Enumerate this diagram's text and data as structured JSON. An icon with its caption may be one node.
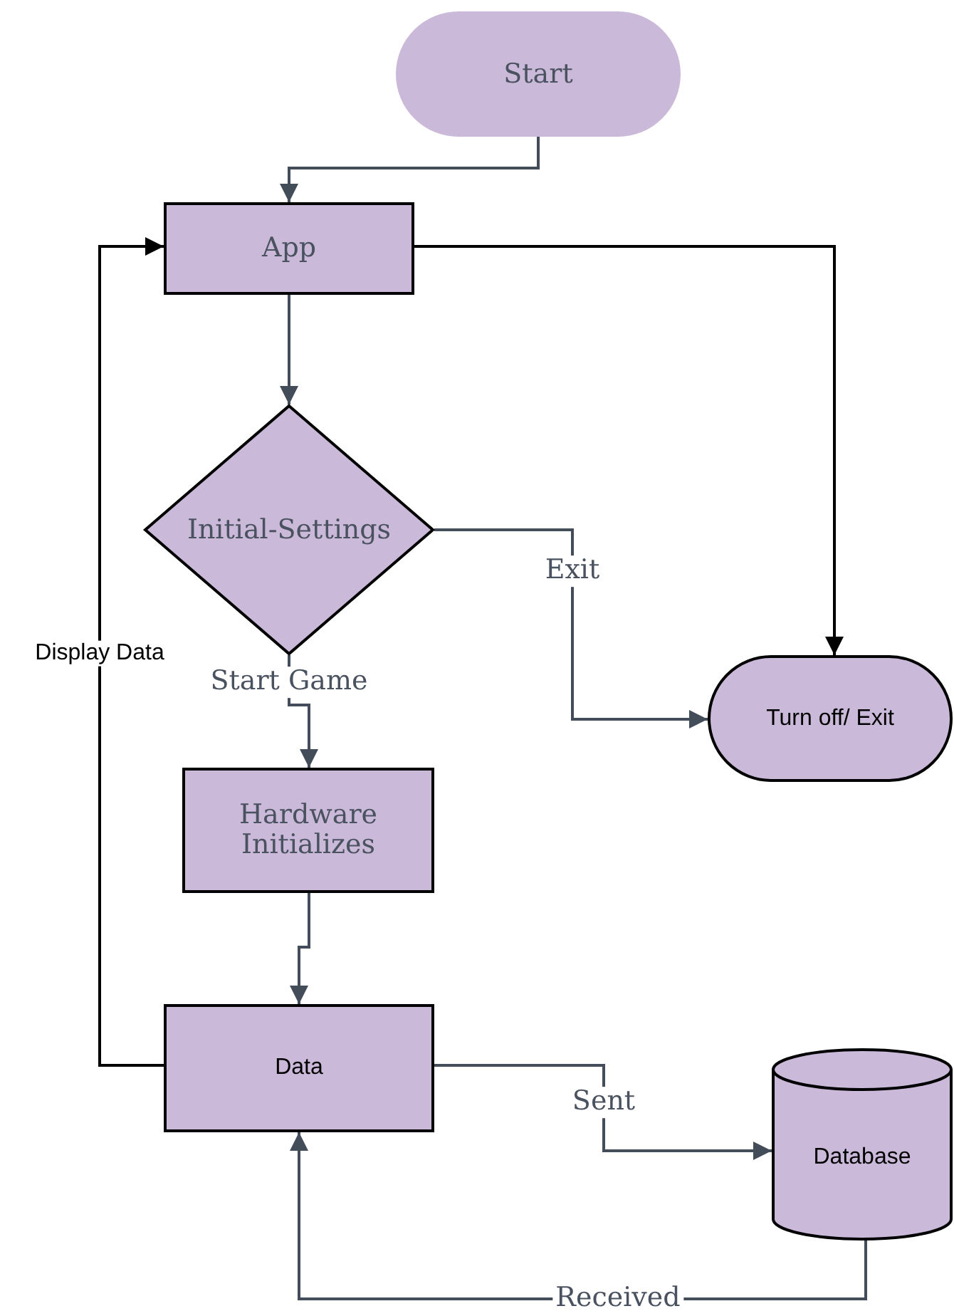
{
  "diagram": {
    "nodes": [
      {
        "text": [
          "Start"
        ]
      },
      {
        "text": [
          "App"
        ]
      },
      {
        "text": [
          "Initial-Settings"
        ]
      },
      {
        "text": [
          "Turn off/ Exit"
        ]
      },
      {
        "text": [
          "Hardware Initializes"
        ]
      },
      {
        "text": [
          "Data"
        ]
      },
      {
        "text": [
          "Database"
        ]
      }
    ],
    "edges": [
      {
        "from": 0,
        "to": 1,
        "arrow": "to"
      },
      {
        "from": 1,
        "to": 3,
        "arrow": "to",
        "color": "#000000"
      },
      {
        "from": 1,
        "to": 2,
        "arrow": "to"
      },
      {
        "from": 2,
        "to": 3,
        "arrow": "to",
        "label": "Exit"
      },
      {
        "from": 2,
        "to": 4,
        "arrow": "to",
        "label": "Start Game"
      },
      {
        "from": 4,
        "to": 5,
        "arrow": "to"
      },
      {
        "from": 5,
        "to": 1,
        "arrow": "to",
        "label": "Display Data",
        "color": "#000000"
      },
      {
        "from": 5,
        "to": 6,
        "arrow": "to",
        "label": "Sent"
      },
      {
        "from": 6,
        "to": 5,
        "arrow": "to",
        "label": "Received"
      }
    ]
  }
}
